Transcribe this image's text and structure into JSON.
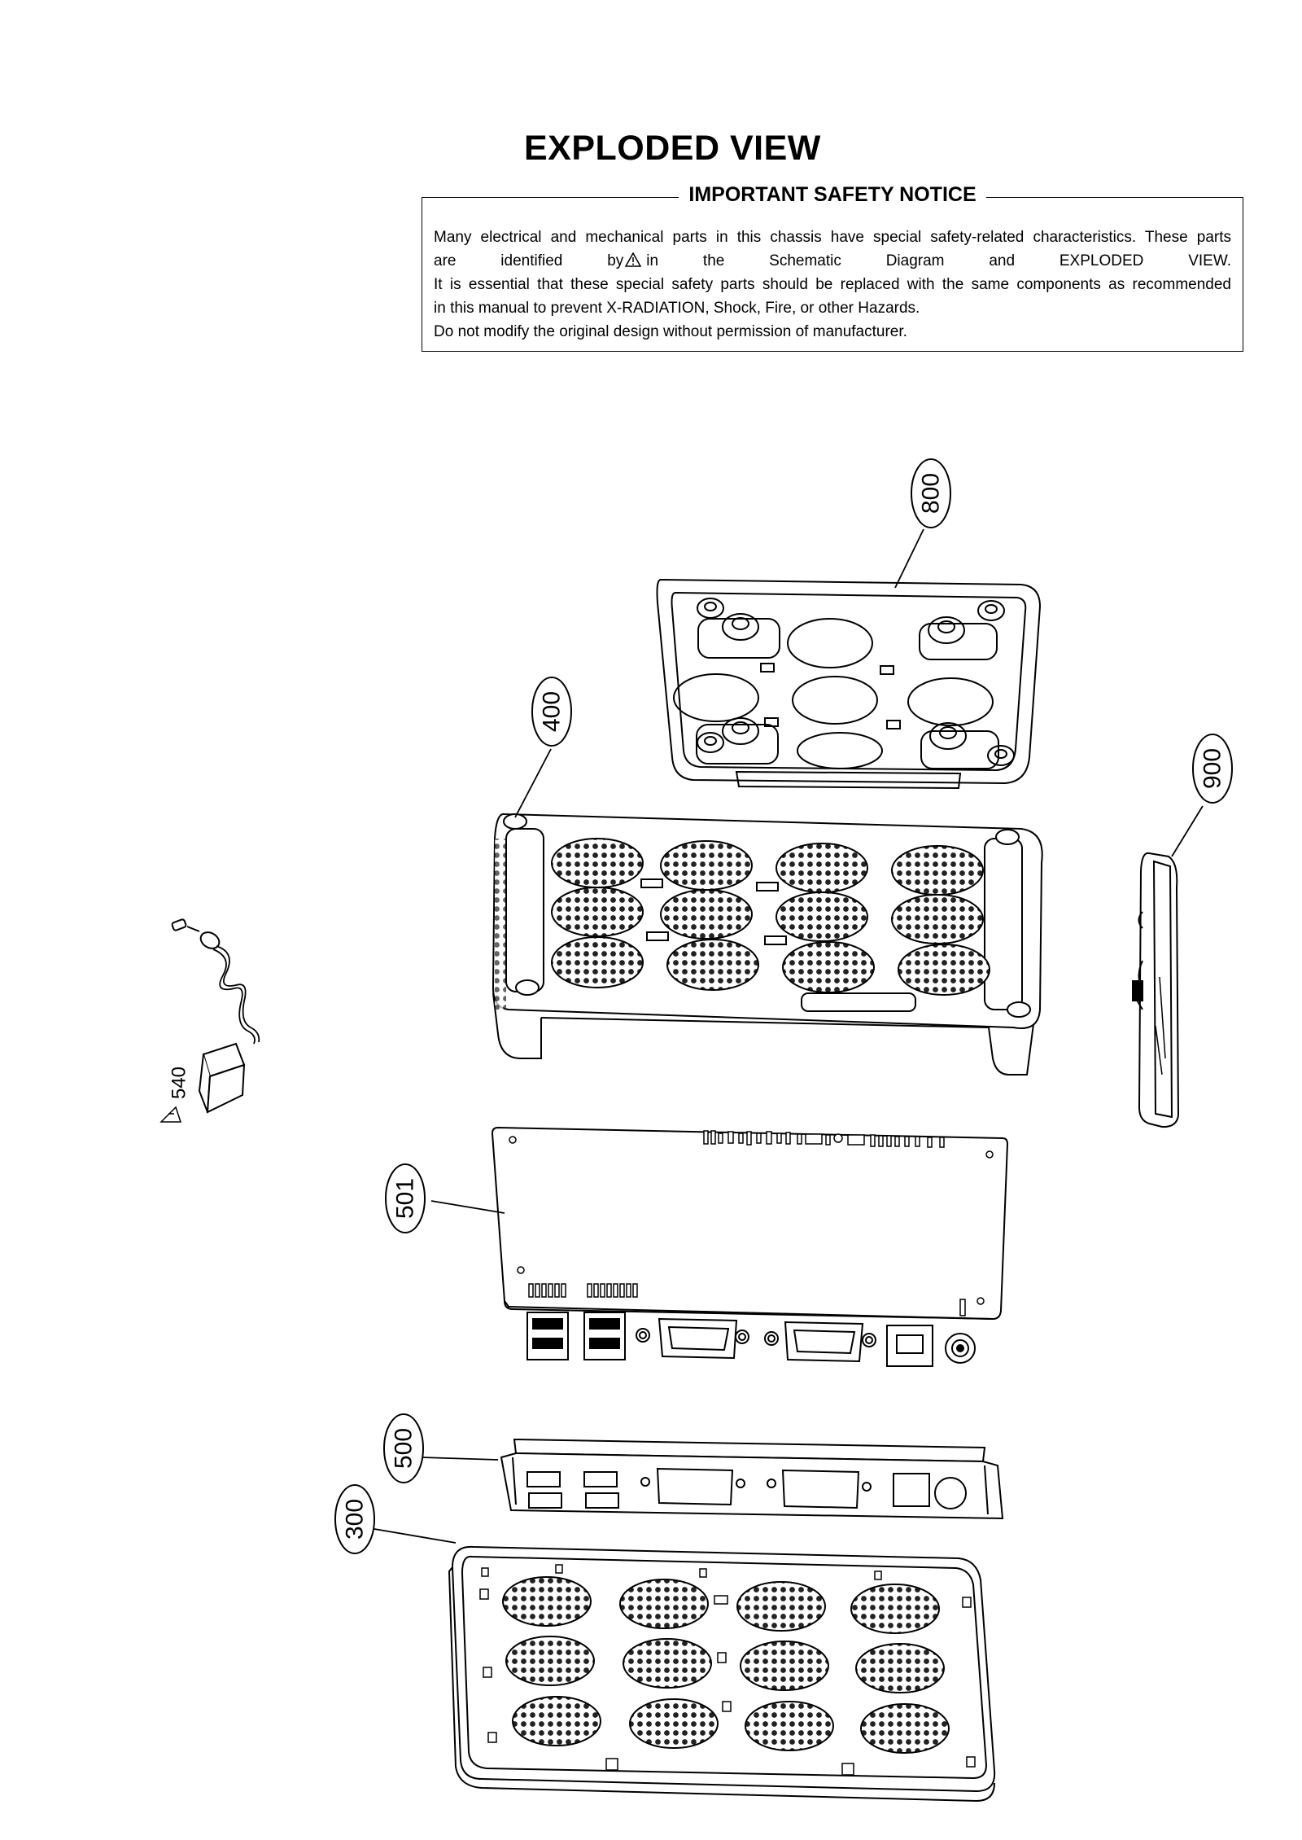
{
  "title": "EXPLODED VIEW",
  "notice": {
    "heading": "IMPORTANT SAFETY NOTICE",
    "line1": "Many electrical and mechanical parts in this chassis have special safety-related characteristics. These parts",
    "line2_pre": "are identified by",
    "line2_post": "in the Schematic Diagram and EXPLODED VIEW.",
    "line3": "It is essential that these special safety parts should be replaced with the same components as recommended",
    "line4": "in this manual to prevent X-RADIATION, Shock, Fire, or other Hazards.",
    "line5": "Do not modify the original design without permission of manufacturer."
  },
  "callouts": {
    "c800": "800",
    "c400": "400",
    "c900": "900",
    "c540": "540",
    "c501": "501",
    "c500": "500",
    "c300": "300"
  },
  "icons": {
    "safety_mark": "warning-triangle-icon"
  }
}
